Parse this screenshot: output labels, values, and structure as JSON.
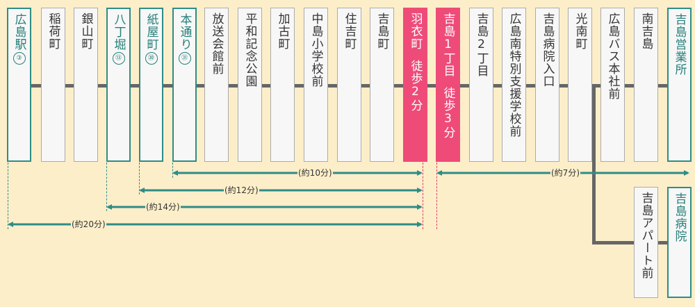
{
  "stops": [
    {
      "id": "hiroshima-eki",
      "label": "広島駅",
      "badge": "③",
      "style": "teal"
    },
    {
      "id": "inari-machi",
      "label": "稲荷町",
      "style": "plain"
    },
    {
      "id": "kanayama-cho",
      "label": "銀山町",
      "style": "plain"
    },
    {
      "id": "hacchobori",
      "label": "八丁堀",
      "badge": "⑬",
      "style": "teal"
    },
    {
      "id": "kamiya-cho",
      "label": "紙屋町",
      "badge": "㉚",
      "style": "teal"
    },
    {
      "id": "hondori",
      "label": "本通り",
      "badge": "㉛",
      "style": "teal"
    },
    {
      "id": "hoso-kaikan-mae",
      "label": "放送会館前",
      "style": "plain"
    },
    {
      "id": "heiwa-kinen-koen",
      "label": "平和記念公園",
      "style": "plain"
    },
    {
      "id": "kako-machi",
      "label": "加古町",
      "style": "plain"
    },
    {
      "id": "nakajima-shogakko-mae",
      "label": "中島小学校前",
      "style": "plain"
    },
    {
      "id": "sumiyoshi-cho",
      "label": "住吉町",
      "style": "plain"
    },
    {
      "id": "yoshijima-cho",
      "label": "吉島町",
      "style": "plain"
    },
    {
      "id": "hagoromo-cho",
      "label": "羽衣町",
      "walk": "徒歩2分",
      "style": "pink"
    },
    {
      "id": "yoshijima-1",
      "label": "吉島1丁目",
      "walk": "徒歩3分",
      "style": "pink"
    },
    {
      "id": "yoshijima-2",
      "label": "吉島2丁目",
      "style": "plain"
    },
    {
      "id": "hiroshima-minami-tokubetsu",
      "label": "広島南特別支援学校前",
      "style": "plain"
    },
    {
      "id": "yoshijima-byoin-iriguchi",
      "label": "吉島病院入口",
      "style": "plain"
    },
    {
      "id": "kominami-cho",
      "label": "光南町",
      "style": "plain"
    },
    {
      "id": "hiroshima-bus-honsha-mae",
      "label": "広島バス本社前",
      "style": "plain"
    },
    {
      "id": "minami-yoshijima",
      "label": "南吉島",
      "style": "plain"
    },
    {
      "id": "yoshijima-eigyosho",
      "label": "吉島営業所",
      "style": "teal"
    }
  ],
  "branch_stops": [
    {
      "id": "yoshijima-apato-mae",
      "label": "吉島アパート前",
      "style": "plain"
    },
    {
      "id": "yoshijima-byoin",
      "label": "吉島病院",
      "style": "teal"
    }
  ],
  "durations": [
    {
      "id": "hondori-to-hagoromo",
      "label": "(約10分)"
    },
    {
      "id": "kamiya-to-hagoromo",
      "label": "(約12分)"
    },
    {
      "id": "hacchobori-to-hagoromo",
      "label": "(約14分)"
    },
    {
      "id": "hiroshima-to-hagoromo",
      "label": "(約20分)"
    },
    {
      "id": "yoshijima1-to-eigyosho",
      "label": "(約7分)"
    }
  ],
  "colors": {
    "background": "#FCEEC9",
    "teal": "#2E8C86",
    "pink": "#EE4B79",
    "route_line": "#666666",
    "stop_box": "#F7F7F7"
  }
}
